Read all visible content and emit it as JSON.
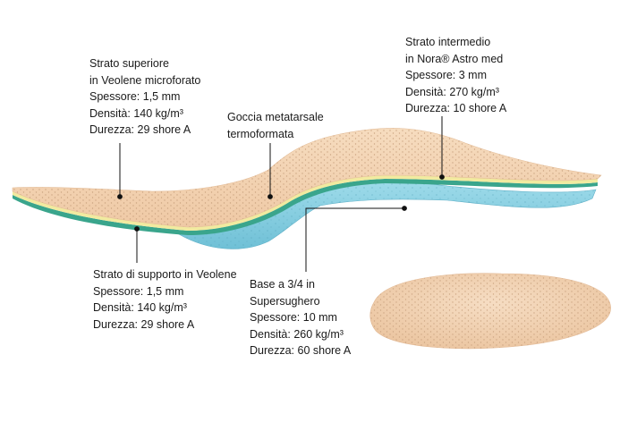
{
  "labels": {
    "strato_superiore": {
      "title_line1": "Strato superiore",
      "title_line2": "in Veolene microforato",
      "spessore": "Spessore: 1,5 mm",
      "densita": "Densità: 140 kg/m³",
      "durezza": "Durezza: 29 shore A"
    },
    "goccia": {
      "line1": "Goccia metatarsale",
      "line2": "termoformata"
    },
    "strato_intermedio": {
      "title_line1": "Strato intermedio",
      "title_line2": "in Nora® Astro med",
      "spessore": "Spessore: 3 mm",
      "densita": "Densità: 270 kg/m³",
      "durezza": "Durezza: 10 shore A"
    },
    "strato_supporto": {
      "title": "Strato di supporto in Veolene",
      "spessore": "Spessore: 1,5 mm",
      "densita": "Densità: 140 kg/m³",
      "durezza": "Durezza: 29 shore A"
    },
    "base": {
      "title_line1": "Base a 3/4 in",
      "title_line2": "Supersughero",
      "spessore": "Spessore: 10 mm",
      "densita": "Densità: 260 kg/m³",
      "durezza": "Durezza: 60 shore A"
    }
  },
  "colors": {
    "top_layer": "#f3d3b2",
    "top_layer_edge": "#e9c39f",
    "yellow_band": "#f1eaa0",
    "green_band": "#3aa58c",
    "blue_base": "#8fd3e3",
    "blue_dark": "#62b9d0",
    "perforation": "#c9a27e",
    "leader": "#111111"
  }
}
